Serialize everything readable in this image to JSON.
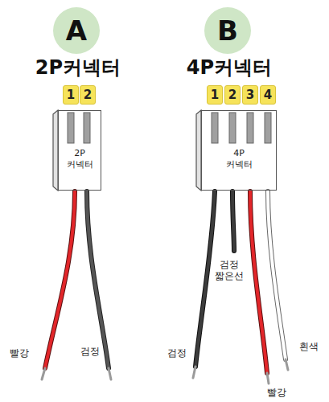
{
  "diagram": {
    "nodes": [
      {
        "text": [
          "A"
        ]
      },
      {
        "text": [
          "1"
        ]
      },
      {
        "text": [
          "2"
        ]
      },
      {
        "text": [
          "2P 커넥터"
        ]
      },
      {
        "text": [
          "B"
        ]
      },
      {
        "text": [
          "1"
        ]
      },
      {
        "text": [
          "2"
        ]
      },
      {
        "text": [
          "3"
        ]
      },
      {
        "text": [
          "4"
        ]
      },
      {
        "text": [
          "4P 커넥터"
        ]
      }
    ],
    "labels": [
      "2P커넥터",
      "4P커넥터",
      "빨강",
      "검정",
      "검정",
      "검정 짧은선",
      "빨강",
      "흰색"
    ]
  }
}
